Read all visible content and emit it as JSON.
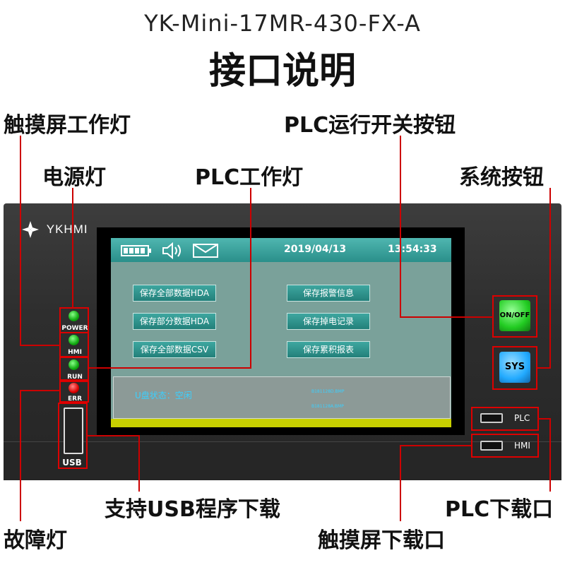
{
  "header": {
    "model": "YK-Mini-17MR-430-FX-A",
    "title": "接口说明"
  },
  "labels": {
    "touch_work_led": "触摸屏工作灯",
    "plc_switch_button": "PLC运行开关按钮",
    "power_led": "电源灯",
    "plc_work_led": "PLC工作灯",
    "system_button": "系统按钮",
    "usb_download": "支持USB程序下载",
    "plc_download_port": "PLC下载口",
    "fault_led": "故障灯",
    "touch_download_port": "触摸屏下载口"
  },
  "device": {
    "brand": "YKHMI",
    "leds": [
      {
        "label": "POWER",
        "color": "green"
      },
      {
        "label": "HMI",
        "color": "green"
      },
      {
        "label": "RUN",
        "color": "green"
      },
      {
        "label": "ERR",
        "color": "red"
      }
    ],
    "usb_label": "USB",
    "onoff_label": "ON/OFF",
    "sys_label": "SYS",
    "ports": [
      {
        "label": "PLC"
      },
      {
        "label": "HMI"
      }
    ]
  },
  "screen": {
    "date": "2019/04/13",
    "time": "13:54:33",
    "left_buttons": [
      "保存全部数据HDA",
      "保存部分数据HDA",
      "保存全部数据CSV"
    ],
    "right_buttons": [
      "保存报警信息",
      "保存掉电记录",
      "保存累积报表"
    ],
    "usb_state": "U盘状态：空闲",
    "files": [
      "B181128D.BMP",
      "B181128A.BMP"
    ]
  },
  "colors": {
    "callout": "#cc0000",
    "led_green": "#22bb22",
    "led_red": "#dd0000",
    "onoff_button": "#22cc22",
    "sys_button": "#22aaff",
    "screen_bar": "#2f9c96"
  }
}
